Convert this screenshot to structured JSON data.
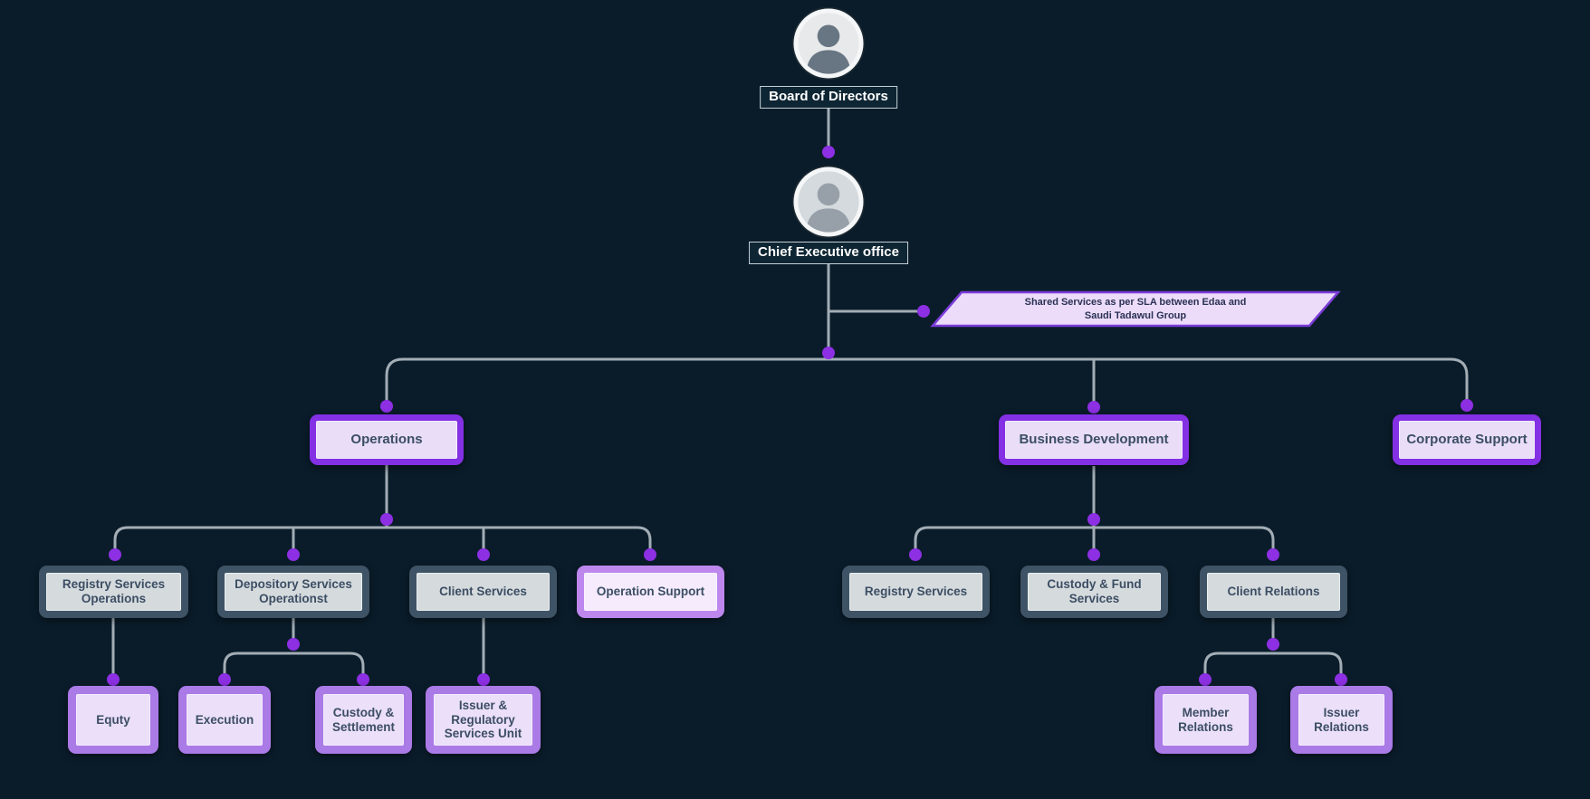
{
  "chart": {
    "board_label": "Board of Directors",
    "ceo_label": "Chief Executive office",
    "note": {
      "line1": "Shared Services as per SLA between Edaa and",
      "line2": "Saudi Tadawul Group"
    },
    "nodes": {
      "operations": "Operations",
      "business_development": "Business Development",
      "corporate_support": "Corporate Support",
      "registry_services_operations": "Registry Services Operations",
      "depository_services_operationst": "Depository Services Operationst",
      "client_services": "Client Services",
      "operation_support": "Operation Support",
      "equty": "Equty",
      "execution": "Execution",
      "custody_settlement": "Custody & Settlement",
      "issuer_regulatory_services_unit": "Issuer & Regulatory Services Unit",
      "registry_services": "Registry Services",
      "custody_fund_services": "Custody & Fund Services",
      "client_relations": "Client Relations",
      "member_relations": "Member Relations",
      "issuer_relations": "Issuer Relations"
    },
    "colors": {
      "background": "#0a1c2a",
      "connector_line": "#a2adb5",
      "connector_dot": "#8d2fe3",
      "level1_frame": "#8430e4",
      "level1_fill": "#e9ddf8",
      "gray_frame": "#3e5365",
      "gray_fill": "#d5dadd",
      "purple_frame": "#aa7ae6",
      "purple_fill": "#ebdffa",
      "highlight_frame": "#bd87ee",
      "highlight_fill": "#f5ebfd",
      "note_fill": "#ecdcf9",
      "note_border": "#7c3cd9"
    }
  }
}
